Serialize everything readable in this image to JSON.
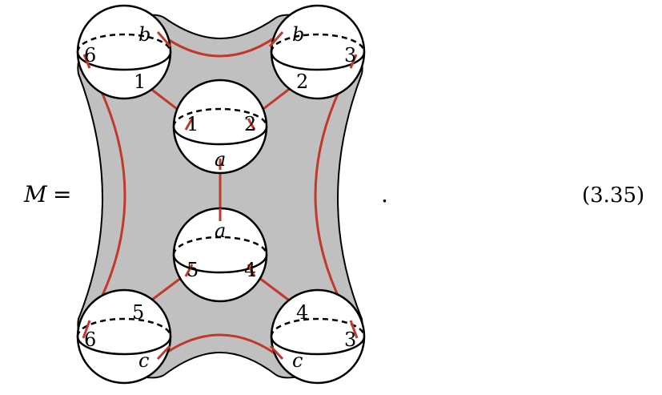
{
  "equation": {
    "lhs_symbol": "M",
    "equals": "=",
    "trailing_period": ".",
    "number": "(3.35)"
  },
  "labels": {
    "b_left": "b",
    "b_right": "b",
    "six_top": "6",
    "three_top": "3",
    "one_outer": "1",
    "two_outer": "2",
    "one_inner": "1",
    "two_inner": "2",
    "a_top": "a",
    "a_bottom": "a",
    "five_inner": "5",
    "four_inner": "4",
    "five_outer": "5",
    "four_outer": "4",
    "six_bottom": "6",
    "three_bottom": "3",
    "c_left": "c",
    "c_right": "c"
  },
  "colors": {
    "surface_fill": "#c0c0c0",
    "outline": "#000000",
    "curve_red": "#c0392b",
    "sphere_fill": "#ffffff"
  }
}
